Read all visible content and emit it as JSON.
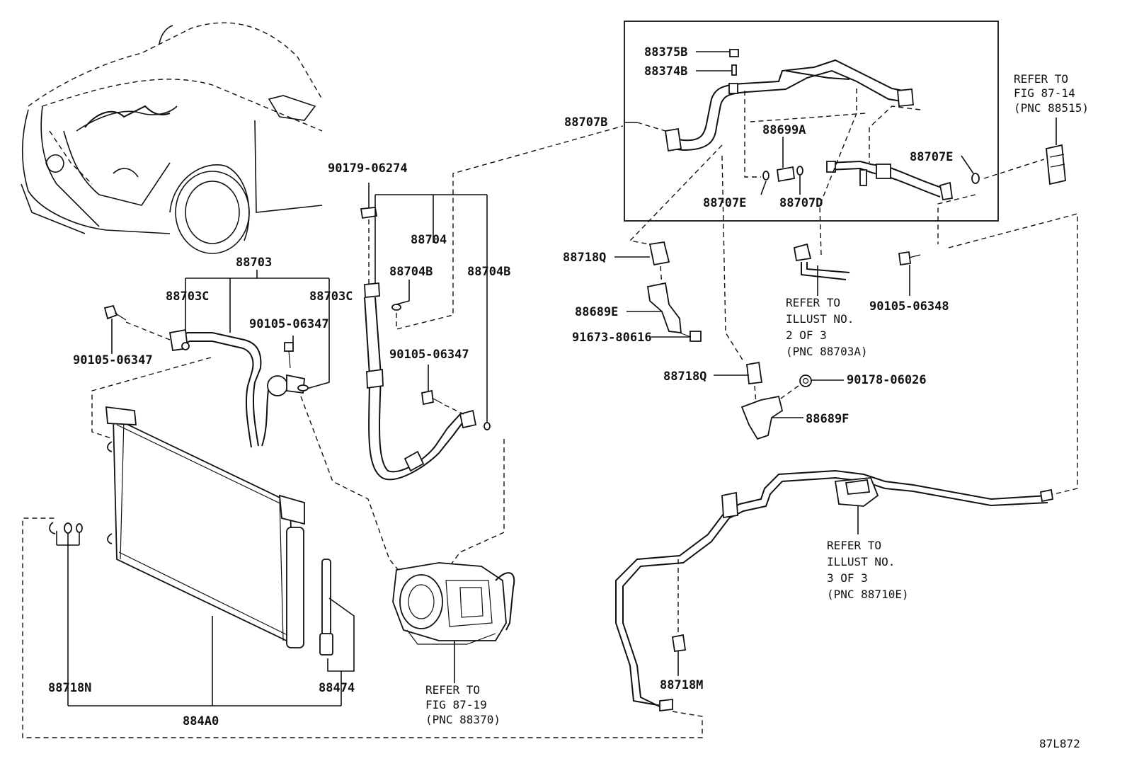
{
  "diagram_code": "87L872",
  "labels": {
    "p88703": "88703",
    "p88703C_left": "88703C",
    "p88703C_right": "88703C",
    "p90105_06347_a": "90105-06347",
    "p90105_06347_b": "90105-06347",
    "p90105_06347_c": "90105-06347",
    "p90179_06274": "90179-06274",
    "p88704": "88704",
    "p88704B_left": "88704B",
    "p88704B_right": "88704B",
    "p88375B": "88375B",
    "p88374B": "88374B",
    "p88707B": "88707B",
    "p88699A": "88699A",
    "p88707E_top": "88707E",
    "p88707E_mid": "88707E",
    "p88707D": "88707D",
    "p88718Q_top": "88718Q",
    "p88718Q_mid": "88718Q",
    "p88689E": "88689E",
    "p91673_80616": "91673-80616",
    "p90105_06348": "90105-06348",
    "p90178_06026": "90178-06026",
    "p88689F": "88689F",
    "p88718N": "88718N",
    "p88474": "88474",
    "p884A0": "884A0",
    "p88718M": "88718M"
  },
  "refs": {
    "fig_87_14": [
      "REFER TO",
      "FIG 87-14",
      "(PNC 88515)"
    ],
    "illust_2of3": [
      "REFER TO",
      "ILLUST NO.",
      "2 OF 3",
      "(PNC 88703A)"
    ],
    "illust_3of3": [
      "REFER TO",
      "ILLUST NO.",
      "3 OF 3",
      "(PNC 88710E)"
    ],
    "fig_87_19": [
      "REFER TO",
      "FIG 87-19",
      "(PNC 88370)"
    ]
  }
}
